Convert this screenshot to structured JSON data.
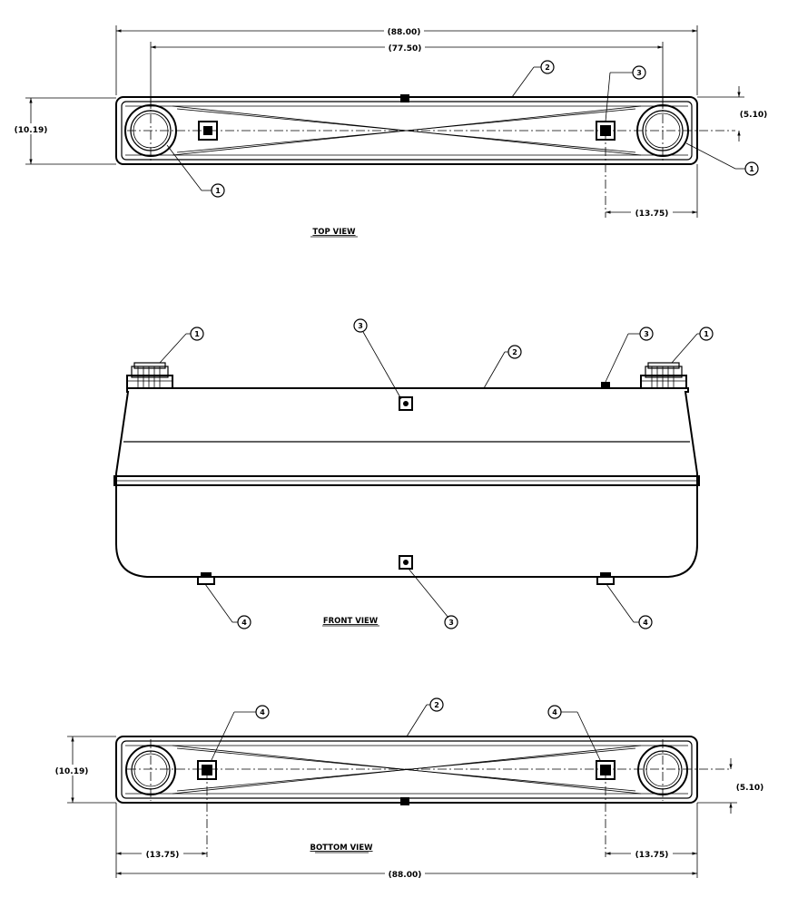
{
  "views": {
    "top": "TOP VIEW",
    "front": "FRONT VIEW",
    "bottom": "BOTTOM VIEW"
  },
  "dimensions": {
    "overall_length": "(88.00)",
    "port_spacing": "(77.50)",
    "width": "(10.19)",
    "half_width": "(5.10)",
    "drain_offset": "(13.75)"
  },
  "balloons": {
    "fill_cap": "1",
    "tank_body": "2",
    "vent_fitting": "3",
    "drain_fitting": "4"
  }
}
